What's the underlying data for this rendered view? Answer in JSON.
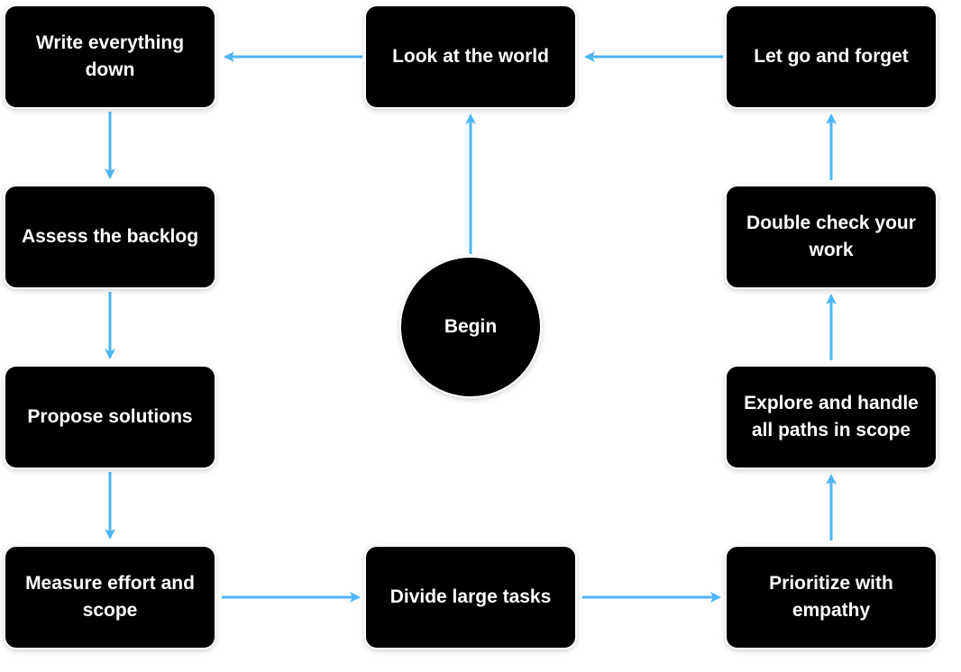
{
  "diagram": {
    "edge_color": "#4db5f5",
    "node_fill": "#000000",
    "node_text_color": "#ffffff",
    "nodes": {
      "begin": "Begin",
      "look": "Look at the world",
      "write": "Write everything down",
      "assess": "Assess the backlog",
      "propose": "Propose solutions",
      "measure": "Measure effort and scope",
      "divide": "Divide large tasks",
      "prioritize": "Prioritize with empathy",
      "explore": "Explore and handle all paths in scope",
      "double": "Double check your work",
      "letgo": "Let go and forget"
    }
  }
}
